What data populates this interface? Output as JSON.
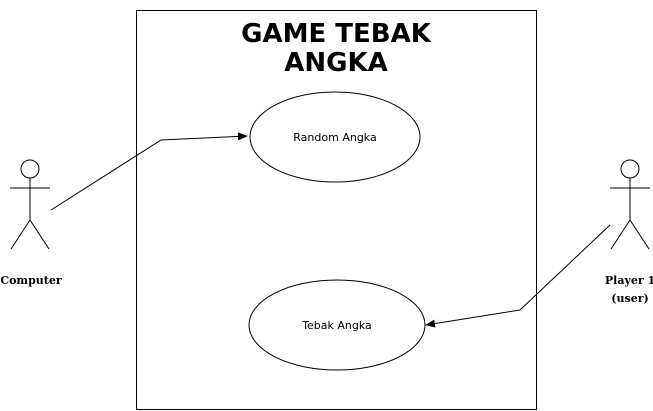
{
  "diagram": {
    "system": {
      "title_line1": "GAME TEBAK",
      "title_line2": "ANGKA"
    },
    "use_cases": {
      "random": {
        "label": "Random Angka"
      },
      "tebak": {
        "label": "Tebak Angka"
      }
    },
    "actors": {
      "computer": {
        "label": "Computer"
      },
      "player": {
        "label_line1": "Player 1",
        "label_line2": "(user)"
      }
    }
  }
}
